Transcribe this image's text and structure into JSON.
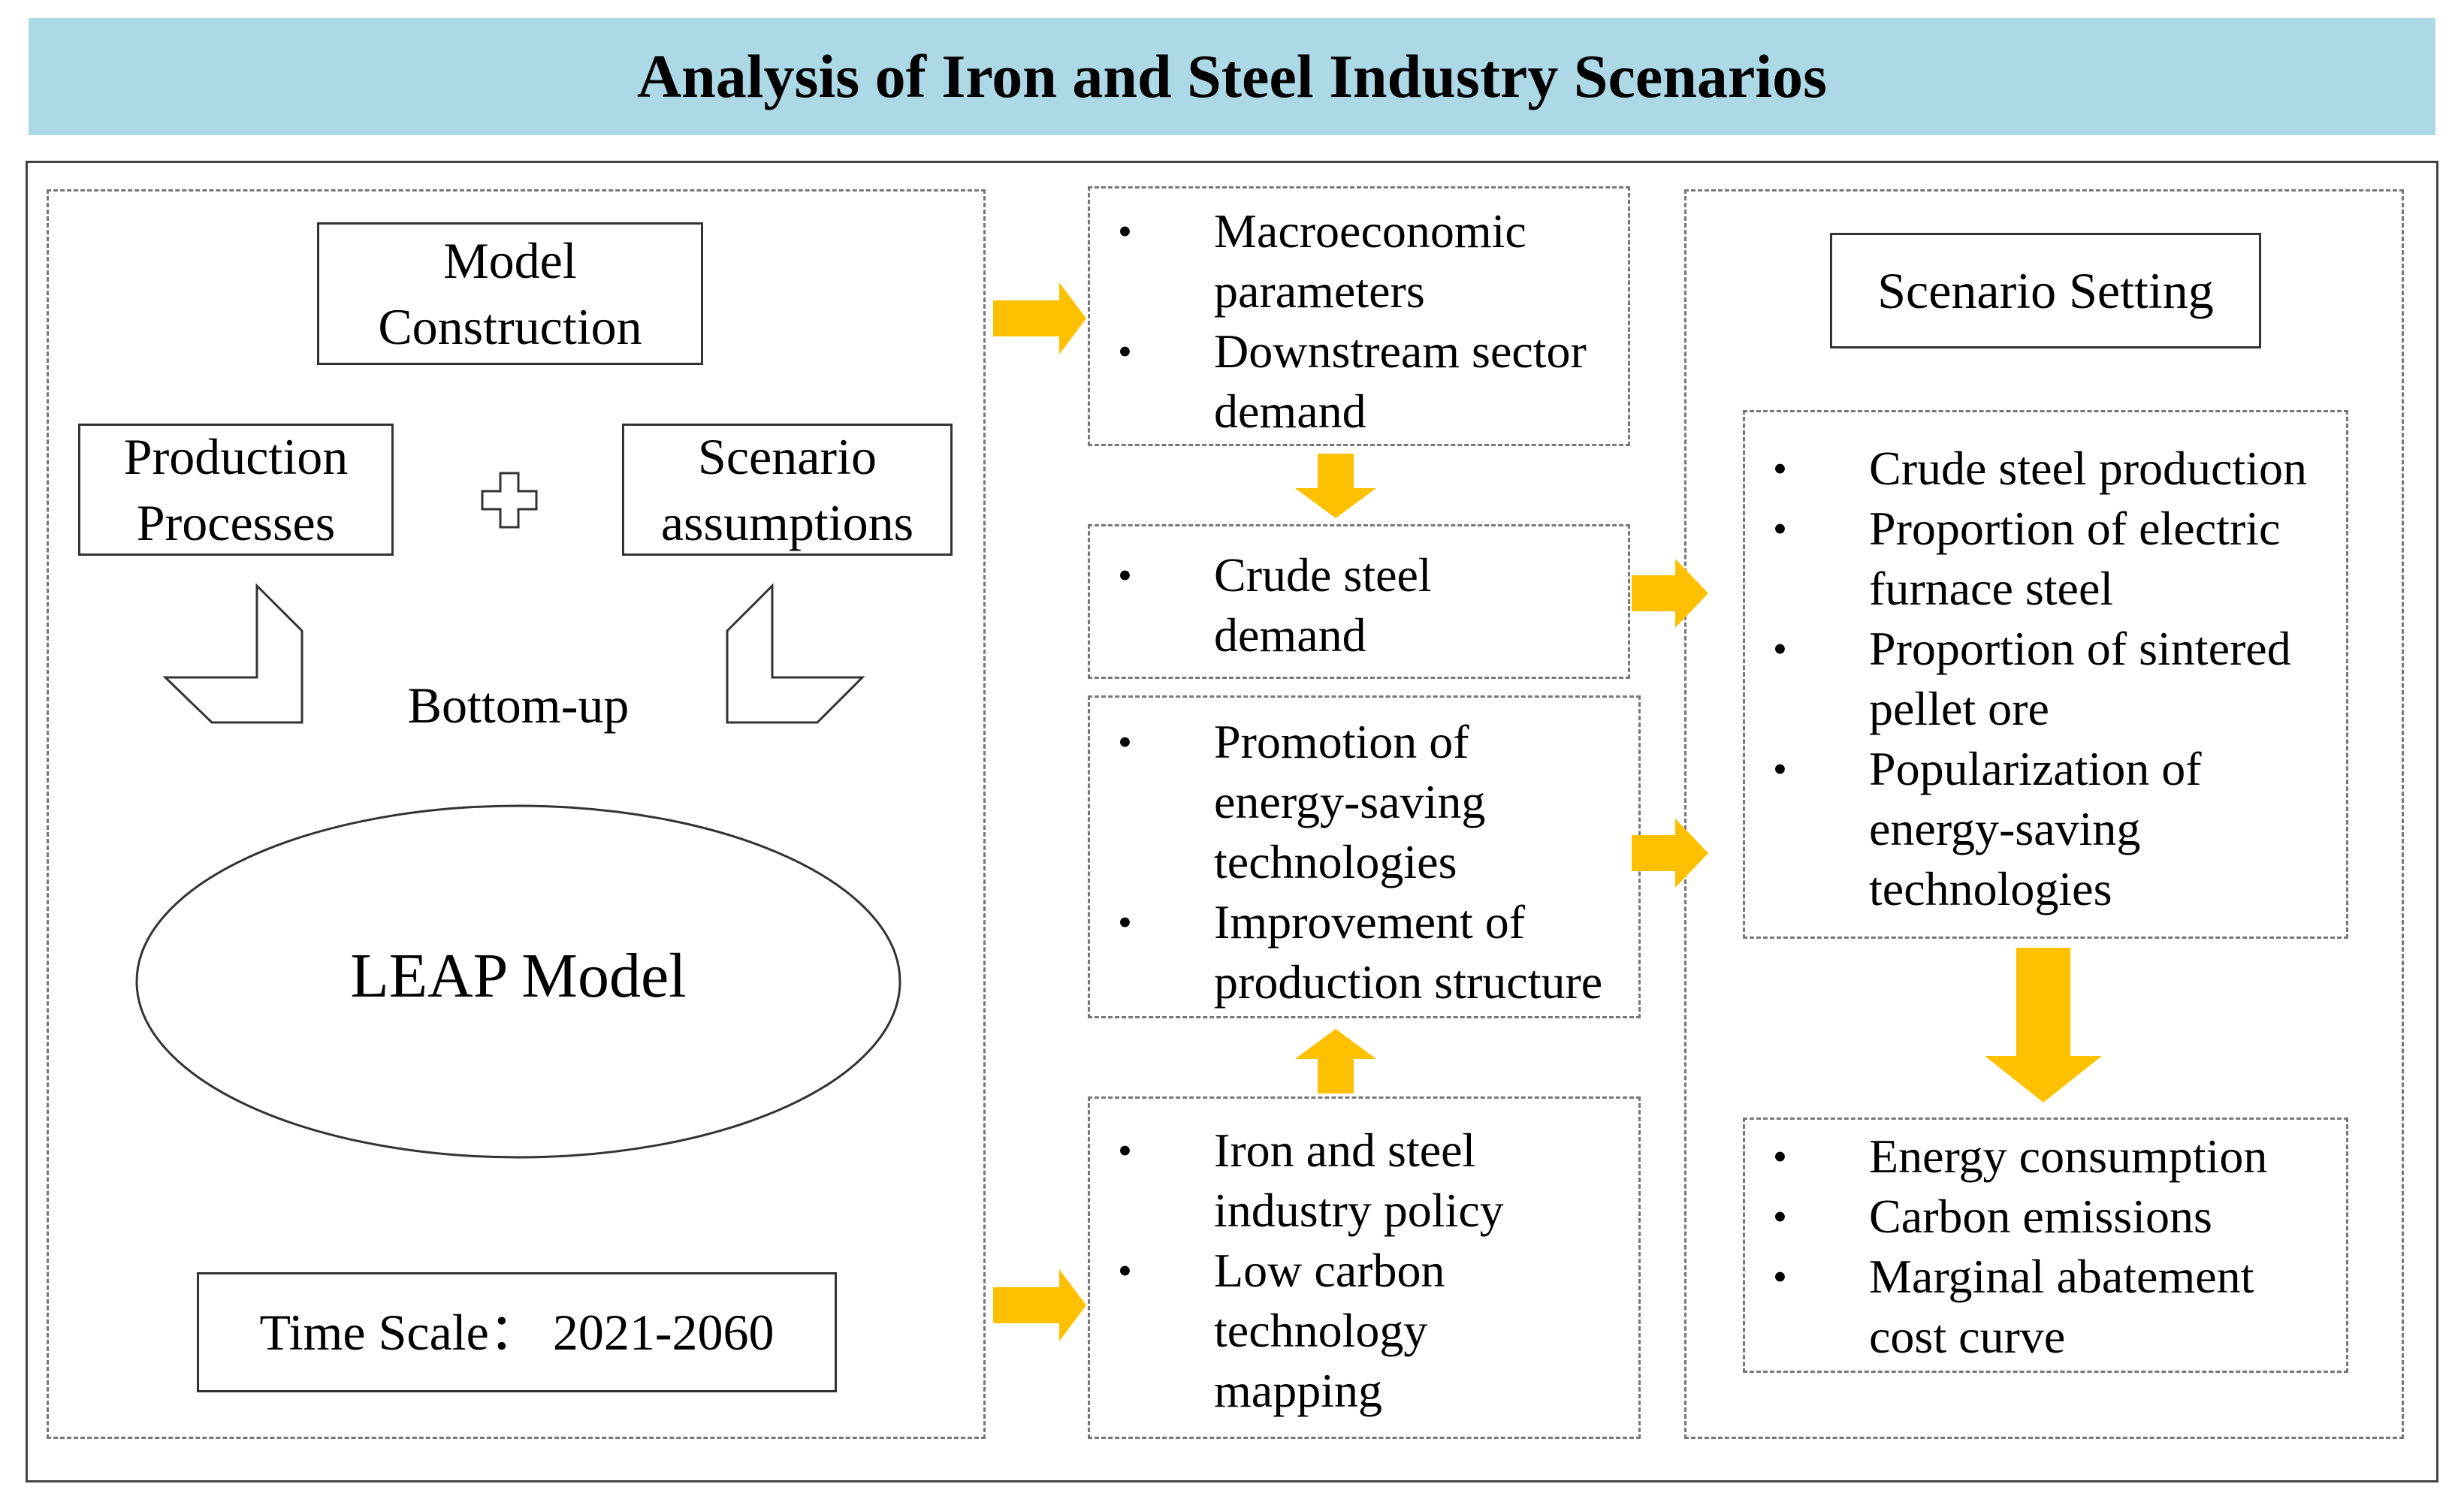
{
  "title": "Analysis of Iron and Steel Industry Scenarios",
  "left_panel": {
    "model_construction": "Model Construction",
    "production_processes": "Production Processes",
    "scenario_assumptions": "Scenario assumptions",
    "bottom_up": "Bottom-up",
    "leap_model": "LEAP Model",
    "time_scale": "Time Scale： 2021-2060"
  },
  "middle": {
    "inputs": [
      "Macroeconomic parameters",
      "Downstream sector demand"
    ],
    "crude_demand": [
      "Crude steel demand"
    ],
    "measures": [
      "Promotion of energy-saving technologies",
      "Improvement of production structure"
    ],
    "policy": [
      "Iron and steel industry policy",
      "Low carbon technology mapping"
    ]
  },
  "right": {
    "scenario_setting": "Scenario Setting",
    "settings": [
      "Crude steel production",
      "Proportion of electric furnace steel",
      "Proportion of sintered pellet ore",
      "Popularization of energy-saving technologies"
    ],
    "outputs": [
      "Energy consumption",
      "Carbon emissions",
      "Marginal abatement cost curve"
    ]
  },
  "colors": {
    "banner": "#add8e6",
    "arrow": "#ffc000"
  }
}
